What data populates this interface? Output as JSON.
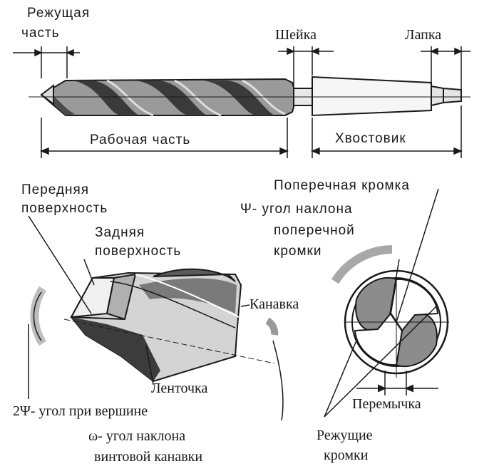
{
  "labels": {
    "cutting_part": [
      "Режущая",
      "часть"
    ],
    "neck": "Шейка",
    "tang": "Лапка",
    "working_part": "Рабочая часть",
    "shank": "Хвостовик",
    "front_surface": [
      "Передняя",
      "поверхность"
    ],
    "back_surface": [
      "Задняя",
      "поверхность"
    ],
    "cross_edge": "Поперечная кромка",
    "psi_angle": [
      "Ψ- угол наклона",
      "поперечной",
      "кромки"
    ],
    "groove": "Канавка",
    "ribbon": "Ленточка",
    "point_angle": "2Ψ- угол при вершине",
    "omega_angle": [
      "ω- угол наклона",
      "винтовой канавки"
    ],
    "web": "Перемычка",
    "cutting_edges": [
      "Режущие",
      "кромки"
    ]
  },
  "colors": {
    "ink": "#1a1a1a",
    "shade": "#6e6e6e",
    "light_shade": "#bdbdbd",
    "background": "#ffffff"
  }
}
